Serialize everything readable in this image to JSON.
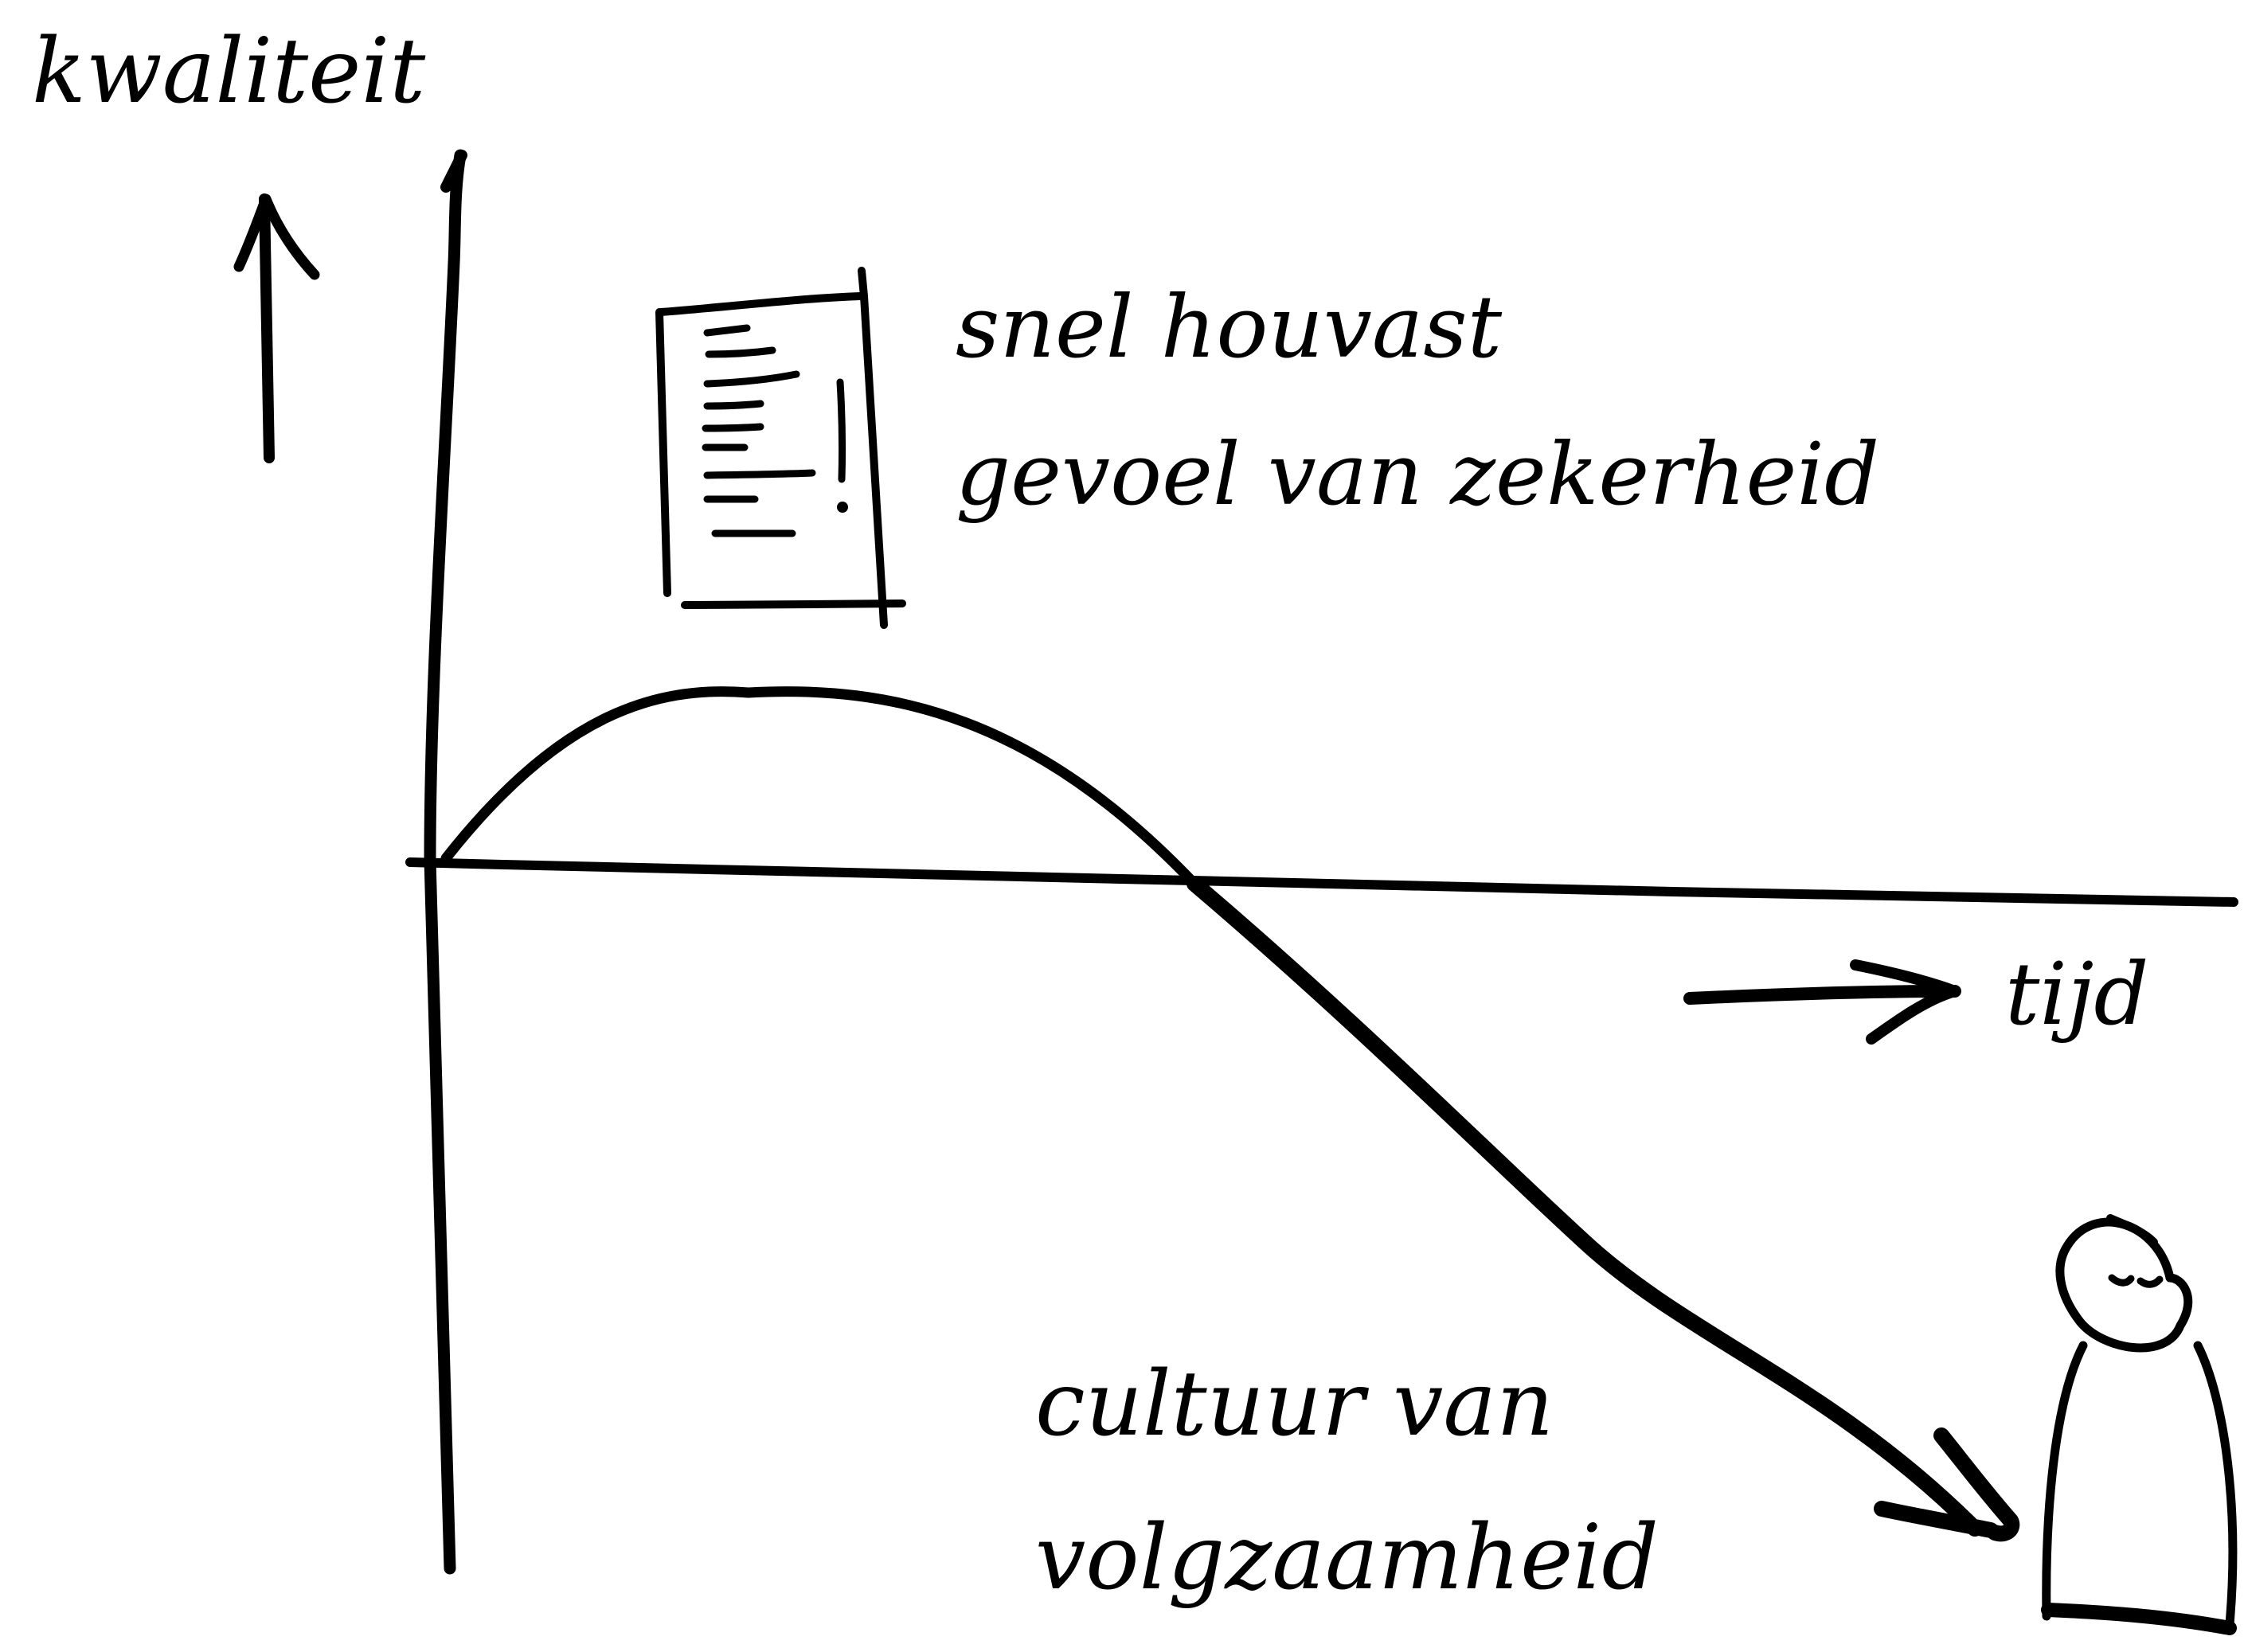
{
  "axes": {
    "y_label": "kwaliteit",
    "x_label": "tijd"
  },
  "annotations": {
    "top_line1": "snel houvast",
    "top_line2": "gevoel van zekerheid",
    "bottom_line1": "cultuur van",
    "bottom_line2": "volgzaamheid"
  },
  "icons": {
    "document": "document-icon",
    "person": "person-icon",
    "up_arrow": "arrow-up-icon",
    "right_arrow": "arrow-right-icon"
  },
  "colors": {
    "ink": "#000000",
    "background": "#ffffff"
  }
}
